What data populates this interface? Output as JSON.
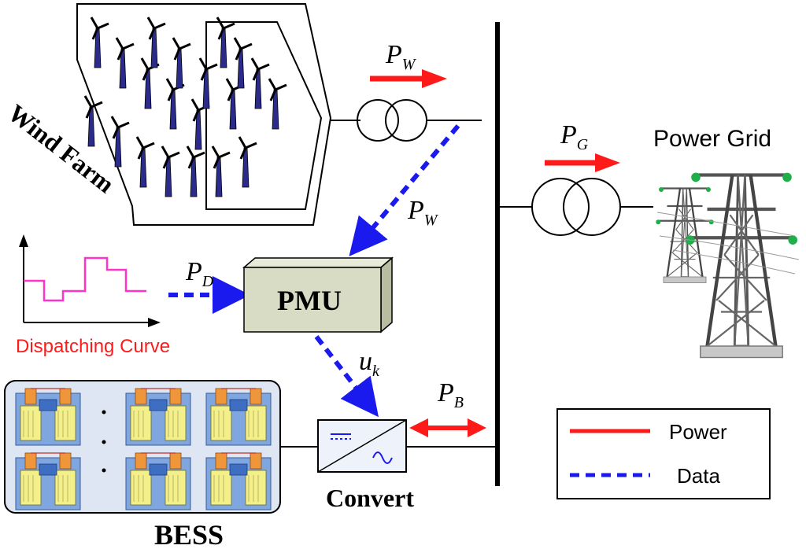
{
  "labels": {
    "wind_farm": "Wind Farm",
    "power_grid": "Power Grid",
    "pmu": "PMU",
    "dispatching_curve": "Dispatching Curve",
    "bess": "BESS",
    "convert": "Convert",
    "p_w_top_main": "P",
    "p_w_top_sub": "W",
    "p_w_data_main": "P",
    "p_w_data_sub": "W",
    "p_g_main": "P",
    "p_g_sub": "G",
    "p_d_main": "P",
    "p_d_sub": "D",
    "u_k_main": "u",
    "u_k_sub": "k",
    "p_b_main": "P",
    "p_b_sub": "B"
  },
  "legend": {
    "power_label": "Power",
    "data_label": "Data"
  },
  "colors": {
    "power": "#ff1a1a",
    "data": "#1a1aee",
    "pmu_face": "#d8dcc4",
    "pmu_side": "#b8bca0",
    "pmu_top": "#e8ebd8",
    "curve": "#ff33cc",
    "bess_bg": "#dde6f2",
    "turbine_blade": "#2b2b8c",
    "dispatch_text": "#ff1a1a"
  }
}
